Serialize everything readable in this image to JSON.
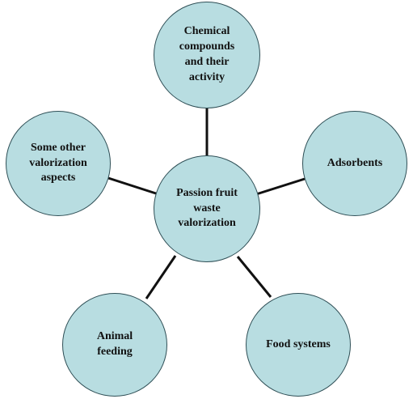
{
  "colors": {
    "node_fill": "#b8dde1",
    "node_border": "#2f4f56",
    "connector": "#111111",
    "text": "#111111"
  },
  "center": {
    "label": "Passion fruit\nwaste\nvalorization"
  },
  "nodes": {
    "chemical": {
      "label": "Chemical\ncompounds\nand their\nactivity"
    },
    "adsorbents": {
      "label": "Adsorbents"
    },
    "food": {
      "label": "Food systems"
    },
    "animal": {
      "label": "Animal\nfeeding"
    },
    "other": {
      "label": "Some other\nvalorization\naspects"
    }
  }
}
